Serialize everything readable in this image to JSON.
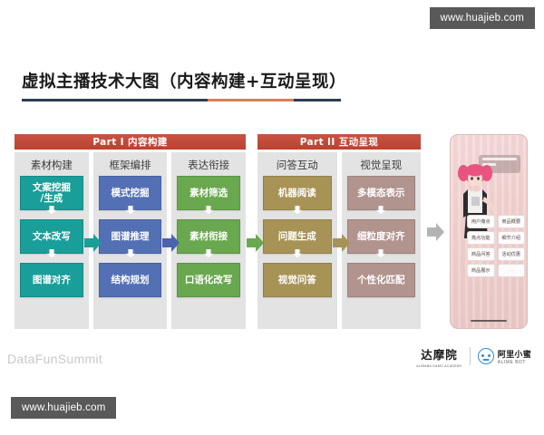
{
  "watermarks": {
    "top": "www.huajieb.com",
    "bottom": "www.huajieb.com"
  },
  "title": {
    "text": "虚拟主播技术大图（内容构建+互动呈现）"
  },
  "diagram": {
    "parts": [
      {
        "id": "part-1",
        "banner": "Part I 内容构建"
      },
      {
        "id": "part-2",
        "banner": "Part II 互动呈现"
      }
    ],
    "columns": [
      {
        "id": "col-1",
        "part": "part-1",
        "title": "素材构建",
        "color": "#1a9e99",
        "nodes": [
          {
            "line1": "文案挖掘",
            "line2": "/生成"
          },
          {
            "line1": "文本改写",
            "line2": ""
          },
          {
            "line1": "图谱对齐",
            "line2": ""
          }
        ]
      },
      {
        "id": "col-2",
        "part": "part-1",
        "title": "框架编排",
        "color": "#5470b5",
        "nodes": [
          {
            "line1": "模式挖掘",
            "line2": ""
          },
          {
            "line1": "图谱推理",
            "line2": ""
          },
          {
            "line1": "结构规划",
            "line2": ""
          }
        ]
      },
      {
        "id": "col-3",
        "part": "part-1",
        "title": "表达衔接",
        "color": "#6aa84f",
        "nodes": [
          {
            "line1": "素材筛选",
            "line2": ""
          },
          {
            "line1": "素材衔接",
            "line2": ""
          },
          {
            "line1": "口语化改写",
            "line2": ""
          }
        ]
      },
      {
        "id": "col-4",
        "part": "part-2",
        "title": "问答互动",
        "color": "#a89356",
        "nodes": [
          {
            "line1": "机器阅读",
            "line2": ""
          },
          {
            "line1": "问题生成",
            "line2": ""
          },
          {
            "line1": "视觉问答",
            "line2": ""
          }
        ]
      },
      {
        "id": "col-5",
        "part": "part-2",
        "title": "视觉呈现",
        "color": "#b2948f",
        "nodes": [
          {
            "line1": "多模态表示",
            "line2": ""
          },
          {
            "line1": "细粒度对齐",
            "line2": ""
          },
          {
            "line1": "个性化匹配",
            "line2": ""
          }
        ]
      }
    ],
    "connector_arrows": [
      {
        "id": "arrow-1-2",
        "color": "#1a9e99"
      },
      {
        "id": "arrow-2-3",
        "color": "#4a63ad"
      },
      {
        "id": "arrow-3-4",
        "color": "#6aa84f"
      },
      {
        "id": "arrow-4-5",
        "color": "#a89356"
      },
      {
        "id": "arrow-5-phone",
        "color": "#b3b3b3"
      }
    ]
  },
  "phone": {
    "chat_bubble_present": true,
    "buttons": [
      "用户痛点",
      "商品概要",
      "亮点功能",
      "细节介绍",
      "商品问答",
      "活动优惠",
      "商品展示",
      "···"
    ]
  },
  "footer": {
    "brand": "DataFunSummit",
    "logos": {
      "damo_cn": "达摩院",
      "damo_en": "ALIBABA DAMO ACADEMY",
      "alime_cn": "阿里小蜜",
      "alime_en": "ALIME BOT"
    }
  },
  "colors": {
    "banner": "#c0493a",
    "rule_dark": "#2e3d52",
    "rule_accent": "#e07a57",
    "column_bg": "#e3e3e3",
    "watermark_bg": "#595959"
  }
}
